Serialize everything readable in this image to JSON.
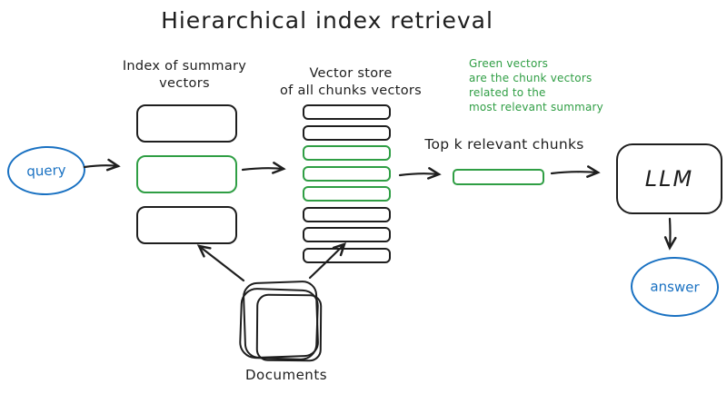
{
  "diagram": {
    "title": "Hierarchical index retrieval",
    "query": "query",
    "index_label": [
      "Index of summary",
      "vectors"
    ],
    "index_boxes": [
      "black",
      "green",
      "black"
    ],
    "vector_store_label": [
      "Vector store",
      "of all chunks vectors"
    ],
    "vector_store_bars": [
      "black",
      "black",
      "green",
      "green",
      "green",
      "black",
      "black",
      "black"
    ],
    "annotation": [
      "Green vectors",
      "are the chunk vectors",
      "related to the",
      "most relevant summary"
    ],
    "top_k_label": "Top k relevant chunks",
    "top_k_bar": "green",
    "llm": "LLM",
    "answer": "answer",
    "documents": "Documents",
    "colors": {
      "ink": "#1e1e1e",
      "green": "#2f9e44",
      "blue": "#1971c2",
      "background": "#ffffff"
    }
  }
}
